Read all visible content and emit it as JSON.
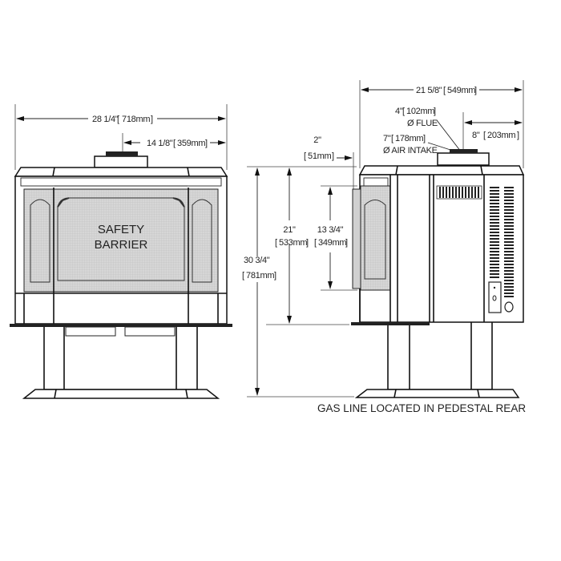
{
  "diagram": {
    "title": "Gas stove dimensional drawing",
    "views": [
      "front",
      "side"
    ],
    "front_view": {
      "overall_width": {
        "imperial": "28 1/4\"",
        "metric": "718mm"
      },
      "flue_center_to_side": {
        "imperial": "14 1/8\"",
        "metric": "359mm"
      },
      "panel_label_line1": "SAFETY",
      "panel_label_line2": "BARRIER"
    },
    "side_view": {
      "overall_depth": {
        "imperial": "21 5/8\"",
        "metric": "549mm"
      },
      "flue_diameter": {
        "imperial": "4\"",
        "metric": "102mm",
        "label": "Ø FLUE"
      },
      "air_intake_diameter": {
        "imperial": "7\"",
        "metric": "178mm",
        "label": "Ø AIR INTAKE"
      },
      "flue_center_to_rear": {
        "imperial": "8\"",
        "metric": "203mm"
      },
      "barrier_offset": {
        "imperial": "2\"",
        "metric": "51mm"
      },
      "top_height": {
        "imperial": "21\"",
        "metric": "533mm"
      },
      "barrier_height": {
        "imperial": "13 3/4\"",
        "metric": "349mm"
      },
      "overall_height": {
        "imperial": "30 3/4\"",
        "metric": "781mm"
      },
      "note": "GAS LINE LOCATED IN PEDESTAL REAR"
    },
    "colors": {
      "line": "#111111",
      "screen_fill": "#d3d3d3",
      "background": "#ffffff"
    }
  }
}
